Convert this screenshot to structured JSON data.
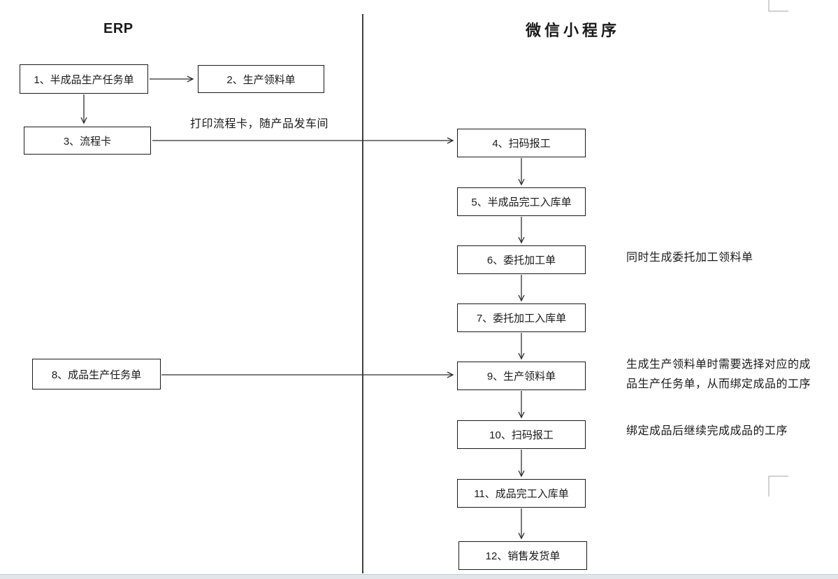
{
  "diagram": {
    "columns": [
      {
        "title": "ERP"
      },
      {
        "title": "微信小程序"
      }
    ],
    "boxes": [
      {
        "label": "1、半成品生产任务单"
      },
      {
        "label": "2、生产领料单"
      },
      {
        "label": "3、流程卡"
      },
      {
        "label": "4、扫码报工"
      },
      {
        "label": "5、半成品完工入库单"
      },
      {
        "label": "6、委托加工单"
      },
      {
        "label": "7、委托加工入库单"
      },
      {
        "label": "8、成品生产任务单"
      },
      {
        "label": "9、生产领料单"
      },
      {
        "label": "10、扫码报工"
      },
      {
        "label": "11、成品完工入库单"
      },
      {
        "label": "12、销售发货单"
      }
    ],
    "annotations": {
      "flow_card_label": "打印流程卡，随产品发车间",
      "box6_note": "同时生成委托加工领料单",
      "box9_note": "生成生产领料单时需要选择对应的成\n品生产任务单，从而绑定成品的工序",
      "box10_note": "绑定成品后继续完成成品的工序"
    },
    "edges": [
      {
        "from": "1",
        "to": "2"
      },
      {
        "from": "1",
        "to": "3"
      },
      {
        "from": "3",
        "to": "4",
        "label": "打印流程卡，随产品发车间"
      },
      {
        "from": "4",
        "to": "5"
      },
      {
        "from": "5",
        "to": "6"
      },
      {
        "from": "6",
        "to": "7"
      },
      {
        "from": "7",
        "to": "9"
      },
      {
        "from": "8",
        "to": "9"
      },
      {
        "from": "9",
        "to": "10"
      },
      {
        "from": "10",
        "to": "11"
      },
      {
        "from": "11",
        "to": "12"
      }
    ],
    "colors": {
      "line": "#2f2f2f",
      "divider": "#000000",
      "box_border": "#1a1a1a",
      "text": "#1a1a1a",
      "page_mark": "#a6a6a6",
      "bottom_strip": "#e2e5e9"
    }
  }
}
